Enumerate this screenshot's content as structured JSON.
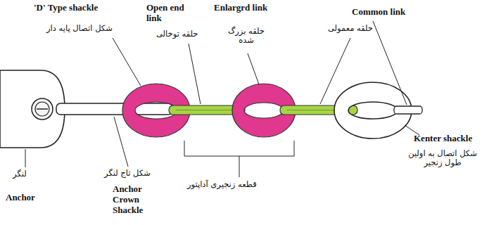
{
  "diagram": {
    "labels": [
      "'D' Type shackle",
      "شکل اتصال پایه دار",
      "Open end link",
      "حلقه توخالی",
      "Enlargrd link",
      "حلقه بزرگ شده",
      "Common link",
      "حلقه معمولی",
      "Kenter shackle",
      "شکل اتصال به اولین طول زنجیر",
      "شکل تاج لنگر",
      "Anchor Crown Shackle",
      "قطعه زنجیری آداپتور",
      "لنگر",
      "Anchor"
    ]
  }
}
